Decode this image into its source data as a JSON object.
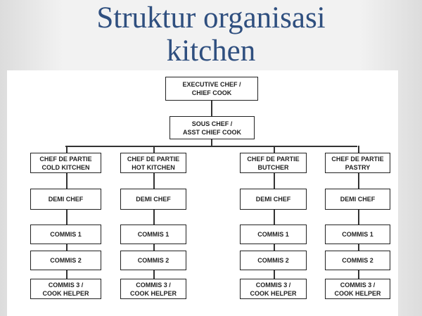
{
  "title": {
    "line1": "Struktur organisasi",
    "line2": "kitchen"
  },
  "chart": {
    "executive": [
      "EXECUTIVE CHEF /",
      "CHIEF COOK"
    ],
    "sous": [
      "SOUS CHEF /",
      "ASST CHIEF COOK"
    ],
    "columns": [
      {
        "head": [
          "CHEF DE PARTIE",
          "COLD KITCHEN"
        ],
        "demi": "DEMI CHEF",
        "c1": "COMMIS 1",
        "c2": "COMMIS 2",
        "c3": [
          "COMMIS 3 /",
          "COOK HELPER"
        ]
      },
      {
        "head": [
          "CHEF DE PARTIE",
          "HOT KITCHEN"
        ],
        "demi": "DEMI CHEF",
        "c1": "COMMIS 1",
        "c2": "COMMIS 2",
        "c3": [
          "COMMIS 3 /",
          "COOK HELPER"
        ]
      },
      {
        "head": [
          "CHEF DE PARTIE",
          "BUTCHER"
        ],
        "demi": "DEMI CHEF",
        "c1": "COMMIS 1",
        "c2": "COMMIS 2",
        "c3": [
          "COMMIS 3 /",
          "COOK HELPER"
        ]
      },
      {
        "head": [
          "CHEF DE PARTIE",
          "PASTRY"
        ],
        "demi": "DEMI CHEF",
        "c1": "COMMIS 1",
        "c2": "COMMIS 2",
        "c3": [
          "COMMIS 3 /",
          "COOK HELPER"
        ]
      }
    ]
  }
}
